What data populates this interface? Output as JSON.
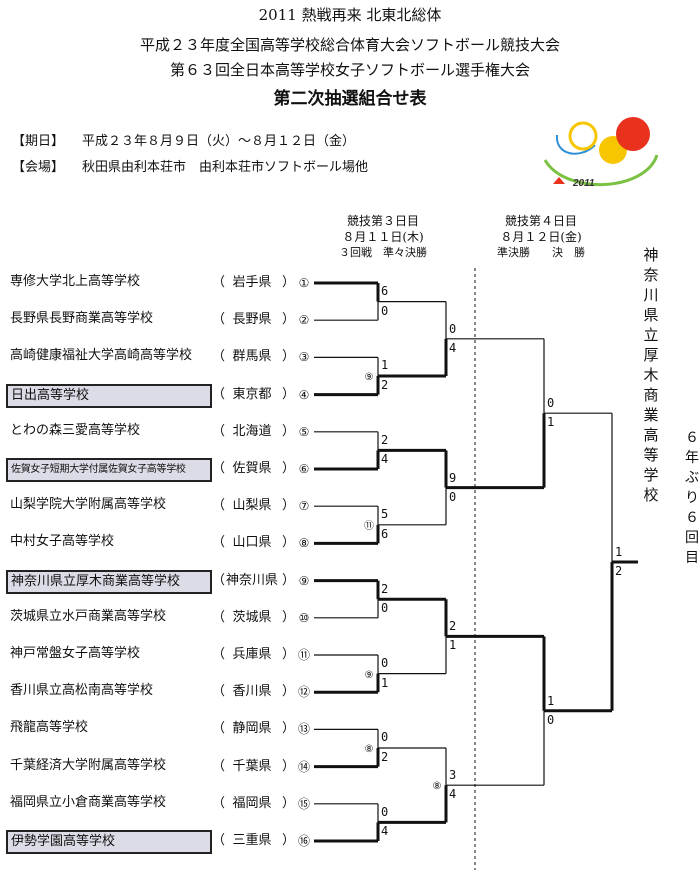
{
  "header": {
    "line0": "2011 熱戦再来 北東北総体",
    "line1": "平成２３年度全国高等学校総合体育大会ソフトボール競技大会",
    "line2": "第６３回全日本高等学校女子ソフトボール選手権大会",
    "title": "第二次抽選組合せ表"
  },
  "info": {
    "period_label": "【期日】",
    "period": "平成２３年８月９日（火）～８月１２日（金）",
    "venue_label": "【会場】",
    "venue": "秋田県由利本荘市　由利本荘市ソフトボール場他"
  },
  "logo": {
    "text": "2011",
    "colors": [
      "#e8321e",
      "#f7c600",
      "#2d8fd6",
      "#7cc242"
    ]
  },
  "schedule": {
    "day3_title": "競技第３日目",
    "day3_date": "８月１１日(木)",
    "day3_rounds": "３回戦　準々決勝",
    "day4_title": "競技第４日目",
    "day4_date": "８月１２日(金)",
    "day4_rounds": "準決勝　　決　勝"
  },
  "teams": [
    {
      "name": "専修大学北上高等学校",
      "pref": "岩手県",
      "num": "①",
      "hl": false
    },
    {
      "name": "長野県長野商業高等学校",
      "pref": "長野県",
      "num": "②",
      "hl": false
    },
    {
      "name": "高崎健康福祉大学高崎高等学校",
      "pref": "群馬県",
      "num": "③",
      "hl": false
    },
    {
      "name": "日出高等学校",
      "pref": "東京都",
      "num": "④",
      "hl": true
    },
    {
      "name": "とわの森三愛高等学校",
      "pref": "北海道",
      "num": "⑤",
      "hl": false
    },
    {
      "name": "佐賀女子短期大学付属佐賀女子高等学校",
      "pref": "佐賀県",
      "num": "⑥",
      "hl": true
    },
    {
      "name": "山梨学院大学附属高等学校",
      "pref": "山梨県",
      "num": "⑦",
      "hl": false
    },
    {
      "name": "中村女子高等学校",
      "pref": "山口県",
      "num": "⑧",
      "hl": false
    },
    {
      "name": "神奈川県立厚木商業高等学校",
      "pref": "神奈川県",
      "num": "⑨",
      "hl": true
    },
    {
      "name": "茨城県立水戸商業高等学校",
      "pref": "茨城県",
      "num": "⑩",
      "hl": false
    },
    {
      "name": "神戸常盤女子高等学校",
      "pref": "兵庫県",
      "num": "⑪",
      "hl": false
    },
    {
      "name": "香川県立高松南高等学校",
      "pref": "香川県",
      "num": "⑫",
      "hl": false
    },
    {
      "name": "飛龍高等学校",
      "pref": "静岡県",
      "num": "⑬",
      "hl": false
    },
    {
      "name": "千葉経済大学附属高等学校",
      "pref": "千葉県",
      "num": "⑭",
      "hl": false
    },
    {
      "name": "福岡県立小倉商業高等学校",
      "pref": "福岡県",
      "num": "⑮",
      "hl": false
    },
    {
      "name": "伊勢学園高等学校",
      "pref": "三重県",
      "num": "⑯",
      "hl": true
    }
  ],
  "round1": [
    {
      "venue": "",
      "top": "6",
      "bottom": "0"
    },
    {
      "venue": "⑨",
      "top": "1",
      "bottom": "2"
    },
    {
      "venue": "",
      "top": "2",
      "bottom": "4"
    },
    {
      "venue": "⑪",
      "top": "5",
      "bottom": "6"
    },
    {
      "venue": "",
      "top": "2",
      "bottom": "0"
    },
    {
      "venue": "⑨",
      "top": "0",
      "bottom": "1"
    },
    {
      "venue": "⑧",
      "top": "0",
      "bottom": "2"
    },
    {
      "venue": "",
      "top": "0",
      "bottom": "4"
    }
  ],
  "round2": [
    {
      "venue": "",
      "top": "0",
      "bottom": "4"
    },
    {
      "venue": "",
      "top": "9",
      "bottom": "0"
    },
    {
      "venue": "",
      "top": "2",
      "bottom": "1"
    },
    {
      "venue": "⑧",
      "top": "3",
      "bottom": "4"
    }
  ],
  "round3": [
    {
      "top": "0",
      "bottom": "1"
    },
    {
      "top": "1",
      "bottom": "0"
    }
  ],
  "final": {
    "top": "1",
    "bottom": "2"
  },
  "champion": "神奈川県立厚木商業高等学校",
  "side_note": "６年ぶり６回目"
}
